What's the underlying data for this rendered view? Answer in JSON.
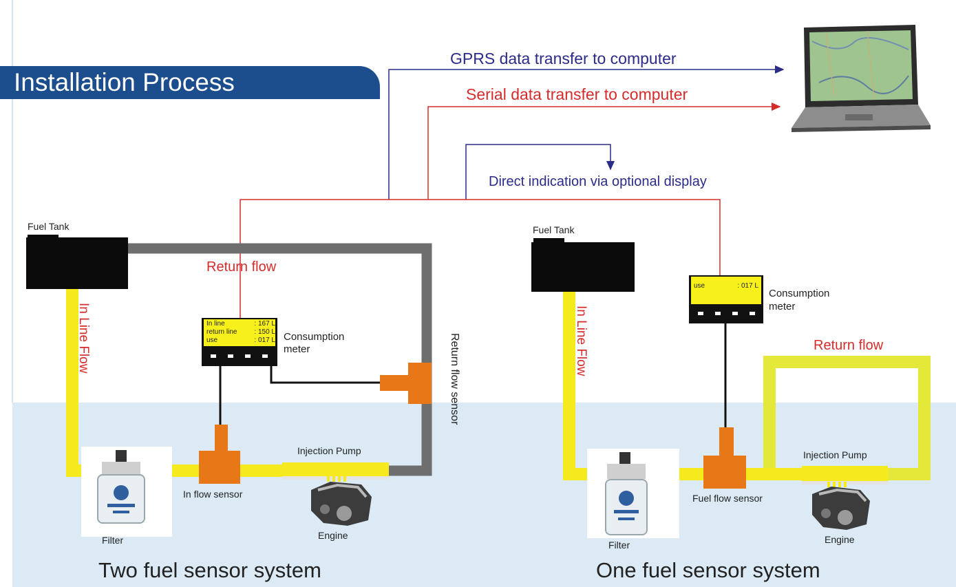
{
  "header": {
    "title": "Installation Process"
  },
  "data_links": {
    "gprs": "GPRS data transfer to computer",
    "serial": "Serial data transfer to computer",
    "display": "Direct indication via optional display"
  },
  "left_system": {
    "caption": "Two fuel sensor system",
    "fuel_tank": "Fuel Tank",
    "in_line_flow": "In Line Flow",
    "return_flow": "Return flow",
    "return_flow_sensor": "Return flow sensor",
    "meter_label_1": "Consumption",
    "meter_label_2": "meter",
    "meter_rows": [
      {
        "name": "In line",
        "value": ": 167 L"
      },
      {
        "name": "return line",
        "value": ": 150 L"
      },
      {
        "name": "use",
        "value": ": 017 L"
      }
    ],
    "in_flow_sensor": "In flow sensor",
    "injection_pump": "Injection Pump",
    "filter": "Filter",
    "engine": "Engine"
  },
  "right_system": {
    "caption": "One fuel sensor system",
    "fuel_tank": "Fuel Tank",
    "in_line_flow": "In Line Flow",
    "return_flow": "Return flow",
    "meter_label_1": "Consumption",
    "meter_label_2": "meter",
    "meter_rows": [
      {
        "name": "use",
        "value": ": 017 L"
      }
    ],
    "fuel_flow_sensor": "Fuel  flow sensor",
    "injection_pump": "Injection Pump",
    "filter": "Filter",
    "engine": "Engine"
  },
  "colors": {
    "title_band": "#1c4d8c",
    "fuel_line": "#f5ea1e",
    "return_line_right": "#e4e838",
    "return_pipe_left": "#6e6e6e",
    "sensor": "#e87817",
    "meter_screen": "#f7f01a",
    "serial_line": "#d62b2b",
    "gprs_line": "#2b2b8a",
    "bottom_panel": "#dbeaf4"
  }
}
